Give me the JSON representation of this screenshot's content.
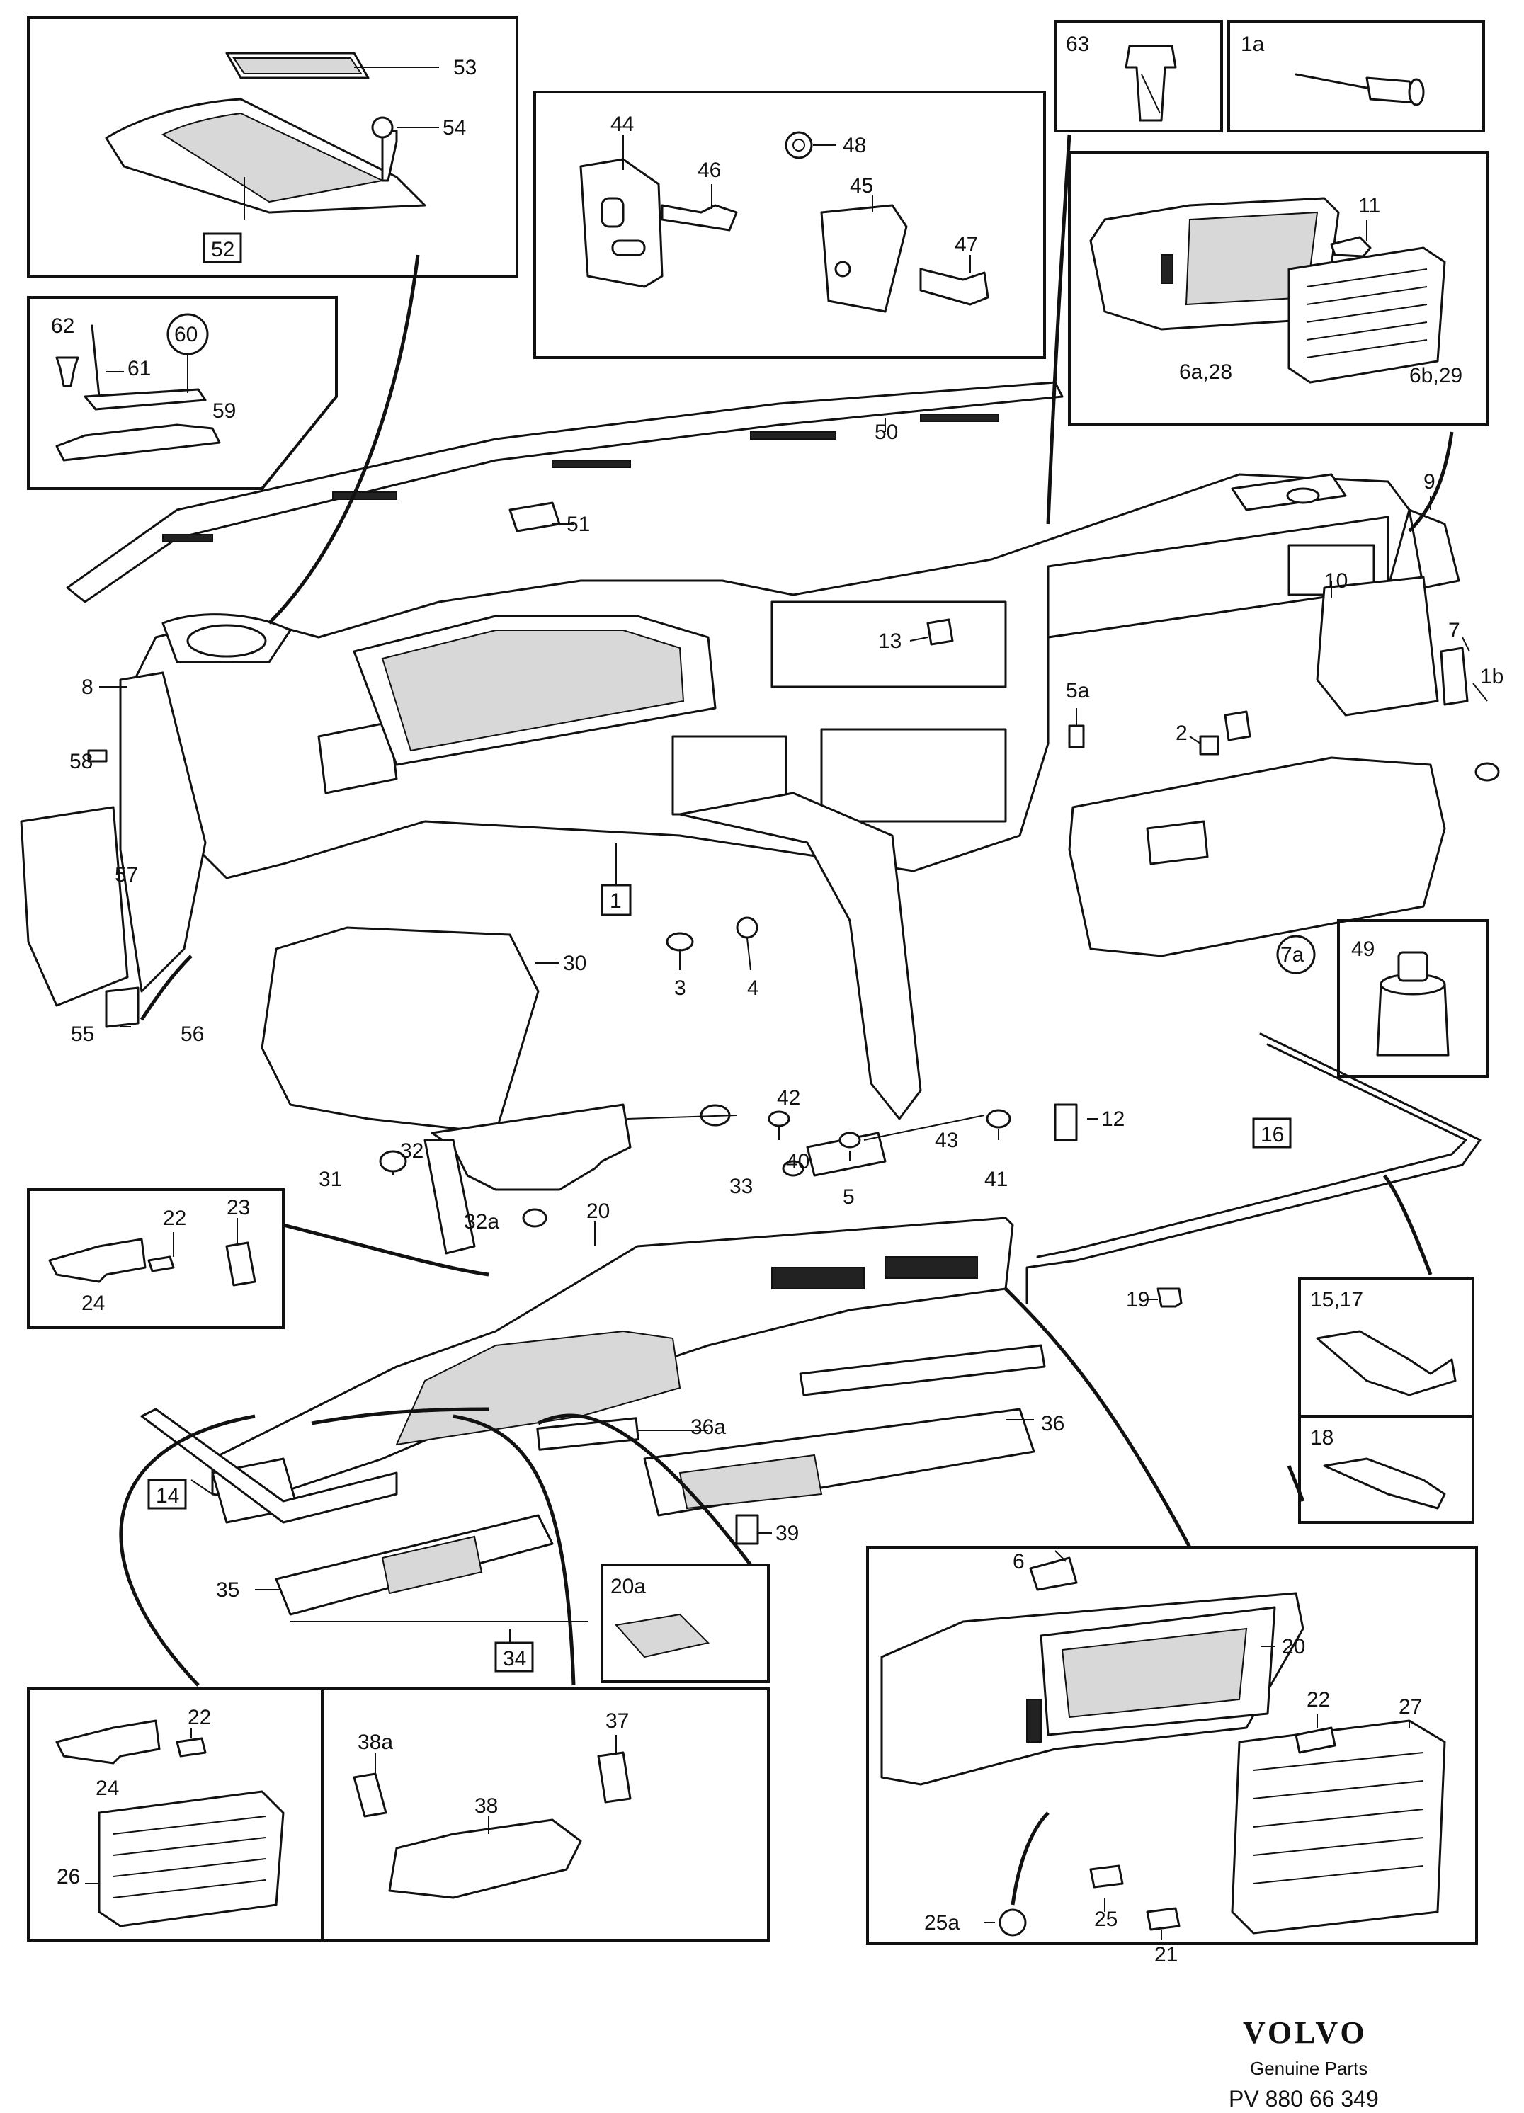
{
  "brand": {
    "logo": "VOLVO",
    "tagline": "Genuine Parts",
    "drawing_number": "PV 880 66 349"
  },
  "labels": {
    "l53": "53",
    "l54": "54",
    "l52": "52",
    "l44": "44",
    "l46": "46",
    "l48": "48",
    "l45": "45",
    "l47": "47",
    "l63": "63",
    "l1a": "1a",
    "l11": "11",
    "l6a28": "6a,28",
    "l6b29": "6b,29",
    "l62": "62",
    "l60": "60",
    "l61": "61",
    "l59": "59",
    "l50": "50",
    "l51": "51",
    "l9": "9",
    "l10": "10",
    "l8": "8",
    "l13": "13",
    "l7": "7",
    "l1b": "1b",
    "l5a": "5a",
    "l2": "2",
    "l58": "58",
    "l57": "57",
    "l1": "1",
    "l7a": "7a",
    "l3": "3",
    "l4": "4",
    "l30": "30",
    "l49": "49",
    "l55": "55",
    "l56": "56",
    "l42": "42",
    "l33": "33",
    "l41": "41",
    "l12": "12",
    "l40": "40",
    "l43": "43",
    "l5": "5",
    "l31": "31",
    "l32": "32",
    "l32a": "32a",
    "l16": "16",
    "l22a": "22",
    "l23": "23",
    "l24a": "24",
    "l20": "20",
    "l19": "19",
    "l1517": "15,17",
    "l18": "18",
    "l36a": "36a",
    "l36": "36",
    "l14": "14",
    "l39": "39",
    "l35": "35",
    "l20a": "20a",
    "l34": "34",
    "l6": "6",
    "l20b": "20",
    "l22c": "22",
    "l27": "27",
    "l22b": "22",
    "l24b": "24",
    "l26": "26",
    "l38a": "38a",
    "l37": "37",
    "l38": "38",
    "l25": "25",
    "l25a": "25a",
    "l21": "21"
  },
  "colors": {
    "line": "#111111",
    "background": "#ffffff"
  }
}
